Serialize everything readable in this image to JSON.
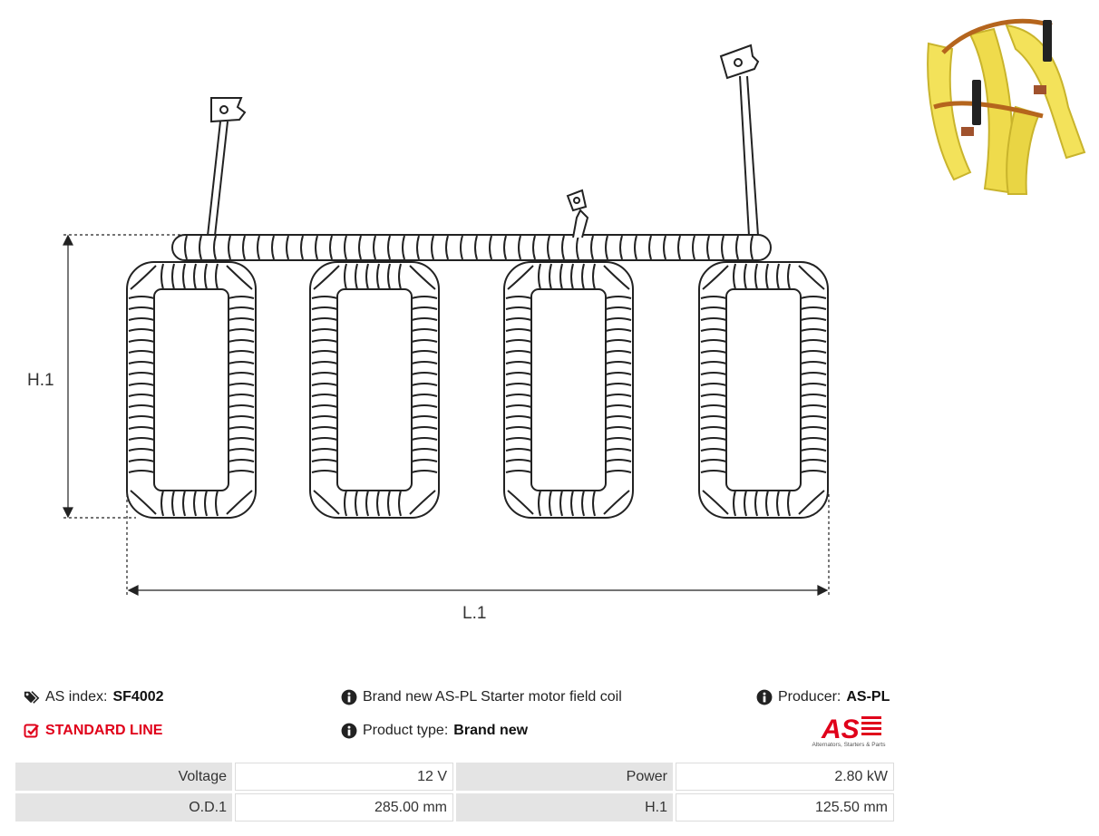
{
  "dimensions": {
    "height_label": "H.1",
    "length_label": "L.1"
  },
  "info": {
    "index_label": "AS index:",
    "index_value": "SF4002",
    "line_label": "STANDARD LINE",
    "description": "Brand new AS-PL Starter motor field coil",
    "product_type_label": "Product type:",
    "product_type_value": "Brand new",
    "producer_label": "Producer:",
    "producer_value": "AS-PL"
  },
  "logo": {
    "mark": "AS",
    "subtitle": "Alternators, Starters & Parts"
  },
  "specs": [
    {
      "label1": "Voltage",
      "value1": "12 V",
      "label2": "Power",
      "value2": "2.80 kW"
    },
    {
      "label1": "O.D.1",
      "value1": "285.00 mm",
      "label2": "H.1",
      "value2": "125.50 mm"
    }
  ],
  "colors": {
    "accent_red": "#e0001a",
    "coil_yellow": "#f3e25a"
  }
}
